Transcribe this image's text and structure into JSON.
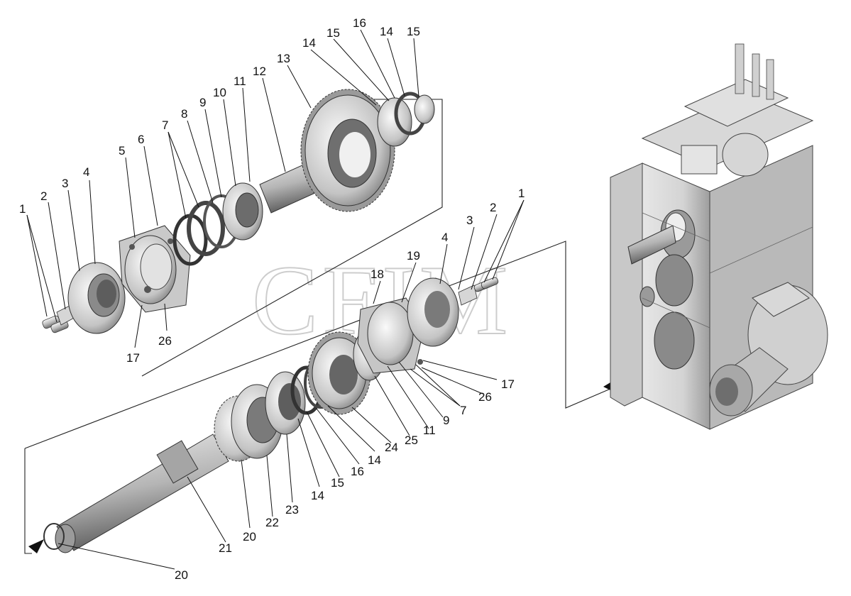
{
  "watermark": "CFIM",
  "callouts": {
    "upper": [
      "1",
      "2",
      "3",
      "4",
      "5",
      "6",
      "7",
      "8",
      "9",
      "10",
      "11",
      "12",
      "13",
      "14",
      "15",
      "16",
      "14",
      "15",
      "17",
      "26"
    ],
    "lower": [
      "1",
      "2",
      "3",
      "4",
      "19",
      "18",
      "17",
      "26",
      "7",
      "9",
      "11",
      "25",
      "24",
      "14",
      "16",
      "15",
      "14",
      "23",
      "22",
      "20",
      "21",
      "20"
    ]
  }
}
